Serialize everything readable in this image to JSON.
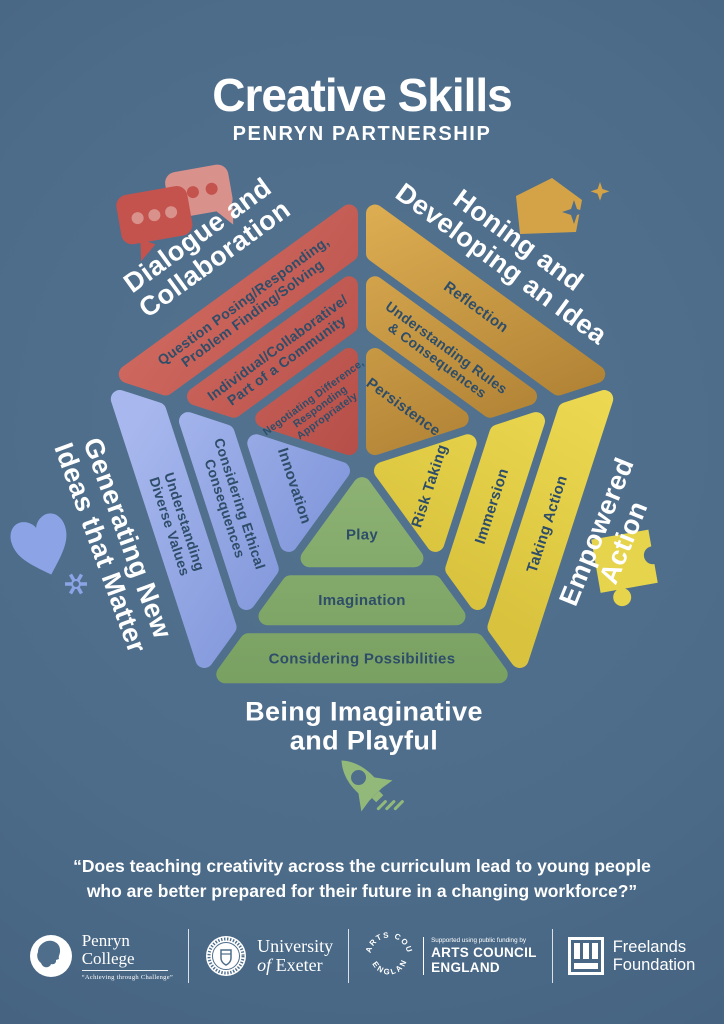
{
  "title": {
    "main": "Creative Skills",
    "sub": "PENRYN PARTNERSHIP"
  },
  "colors": {
    "background": "#4e6e8c",
    "segment_text": "#2e4d69",
    "red": "#c4534e",
    "red_light": "#d9918b",
    "gold": "#d4a348",
    "yellow": "#e6d44c",
    "green": "#93b97a",
    "blue": "#8ca4e6"
  },
  "wheel": {
    "wedges": [
      {
        "id": "dialogue-and-collaboration",
        "label_lines": [
          "Dialogue and",
          "Collaboration"
        ],
        "color_from": "#d06a60",
        "color_to": "#b14a44",
        "segments_outer_to_inner": [
          "Question Posing/Responding,\nProblem Finding/Solving",
          "Individual/Collaborative/\nPart of a Community",
          "Negotiating Difference,\nResponding\nAppropriately"
        ]
      },
      {
        "id": "honing-and-developing-an-idea",
        "label_lines": [
          "Honing and",
          "Developing an Idea"
        ],
        "color_from": "#ddad52",
        "color_to": "#a97b30",
        "segments_outer_to_inner": [
          "Reflection",
          "Understanding Rules\n& Consequences",
          "Persistence"
        ]
      },
      {
        "id": "empowered-action",
        "label_lines": [
          "Empowered",
          "Action"
        ],
        "color_from": "#eeda52",
        "color_to": "#d9c33e",
        "segments_outer_to_inner": [
          "Taking Action",
          "Immersion",
          "Risk Taking"
        ]
      },
      {
        "id": "being-imaginative-and-playful",
        "label_lines": [
          "Being Imaginative",
          "and Playful"
        ],
        "color_from": "#8db274",
        "color_to": "#779f60",
        "segments_outer_to_inner": [
          "Considering Possibilities",
          "Imagination",
          "Play"
        ]
      },
      {
        "id": "generating-new-ideas-that-matter",
        "label_lines": [
          "Generating New",
          "Ideas that Matter"
        ],
        "color_from": "#a8b8ee",
        "color_to": "#8096da",
        "segments_outer_to_inner": [
          "Understanding\nDiverse Values",
          "Considering Ethical\nConsequences",
          "Innovation"
        ]
      }
    ]
  },
  "quote": {
    "line1": "“Does teaching creativity across the curriculum lead to young people",
    "line2": "who are better prepared for their future in a changing workforce?”"
  },
  "footer": {
    "penryn": {
      "line1": "Penryn",
      "line2": "College",
      "tagline": "“Achieving through Challenge”"
    },
    "exeter": {
      "univ": "University",
      "of": "of",
      "name": "Exeter"
    },
    "arts": {
      "circle_top": "ARTS COUNCIL",
      "circle_bottom": "ENGLAND",
      "small": "Supported using public funding by",
      "big1": "ARTS COUNCIL",
      "big2": "ENGLAND"
    },
    "freelands": {
      "line1": "Freelands",
      "line2": "Foundation"
    }
  }
}
